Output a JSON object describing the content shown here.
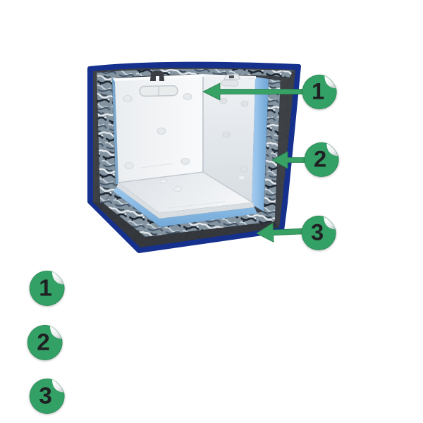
{
  "callouts": {
    "items": [
      {
        "number": "1"
      },
      {
        "number": "2"
      },
      {
        "number": "3"
      }
    ]
  },
  "legend": {
    "items": [
      {
        "number": "1"
      },
      {
        "number": "2"
      },
      {
        "number": "3"
      }
    ]
  },
  "illustration": {
    "kind": "corner-cutaway-3d-render",
    "numbered_layers": 3
  },
  "colors": {
    "sticker_green": "#33a065",
    "arrow_green": "#38a164",
    "number_color": "#1f2022",
    "outline_navy": "#15308d",
    "outer_shell_gray": "#3d4045",
    "insulation_gray": "#8493a0",
    "liner_blue": "#8fc2ea",
    "panel_white": "#f2f4f6",
    "page_background": "#ffffff"
  }
}
